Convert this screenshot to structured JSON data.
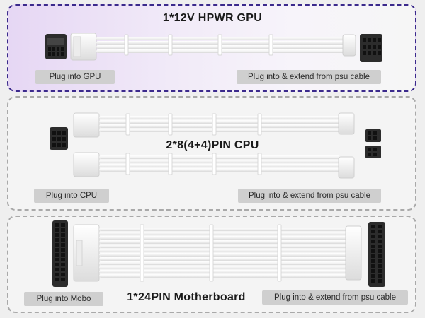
{
  "gpu_section": {
    "title": "1*12V HPWR GPU",
    "label_left": "Plug into  GPU",
    "label_right": "Plug into & extend from psu cable"
  },
  "cpu_section": {
    "title": "2*8(4+4)PIN CPU",
    "label_left": "Plug into  CPU",
    "label_right": "Plug into & extend from psu cable"
  },
  "mobo_section": {
    "title": "1*24PIN Motherboard",
    "label_left": "Plug into  Mobo",
    "label_right": "Plug into & extend from psu cable"
  },
  "colors": {
    "gpu_border": "#3b2a8c",
    "panel_border": "#a9a9a9",
    "label_bg": "#cfcfcf",
    "cable_white": "#ffffff",
    "connector_dark": "#2c2c2c"
  }
}
